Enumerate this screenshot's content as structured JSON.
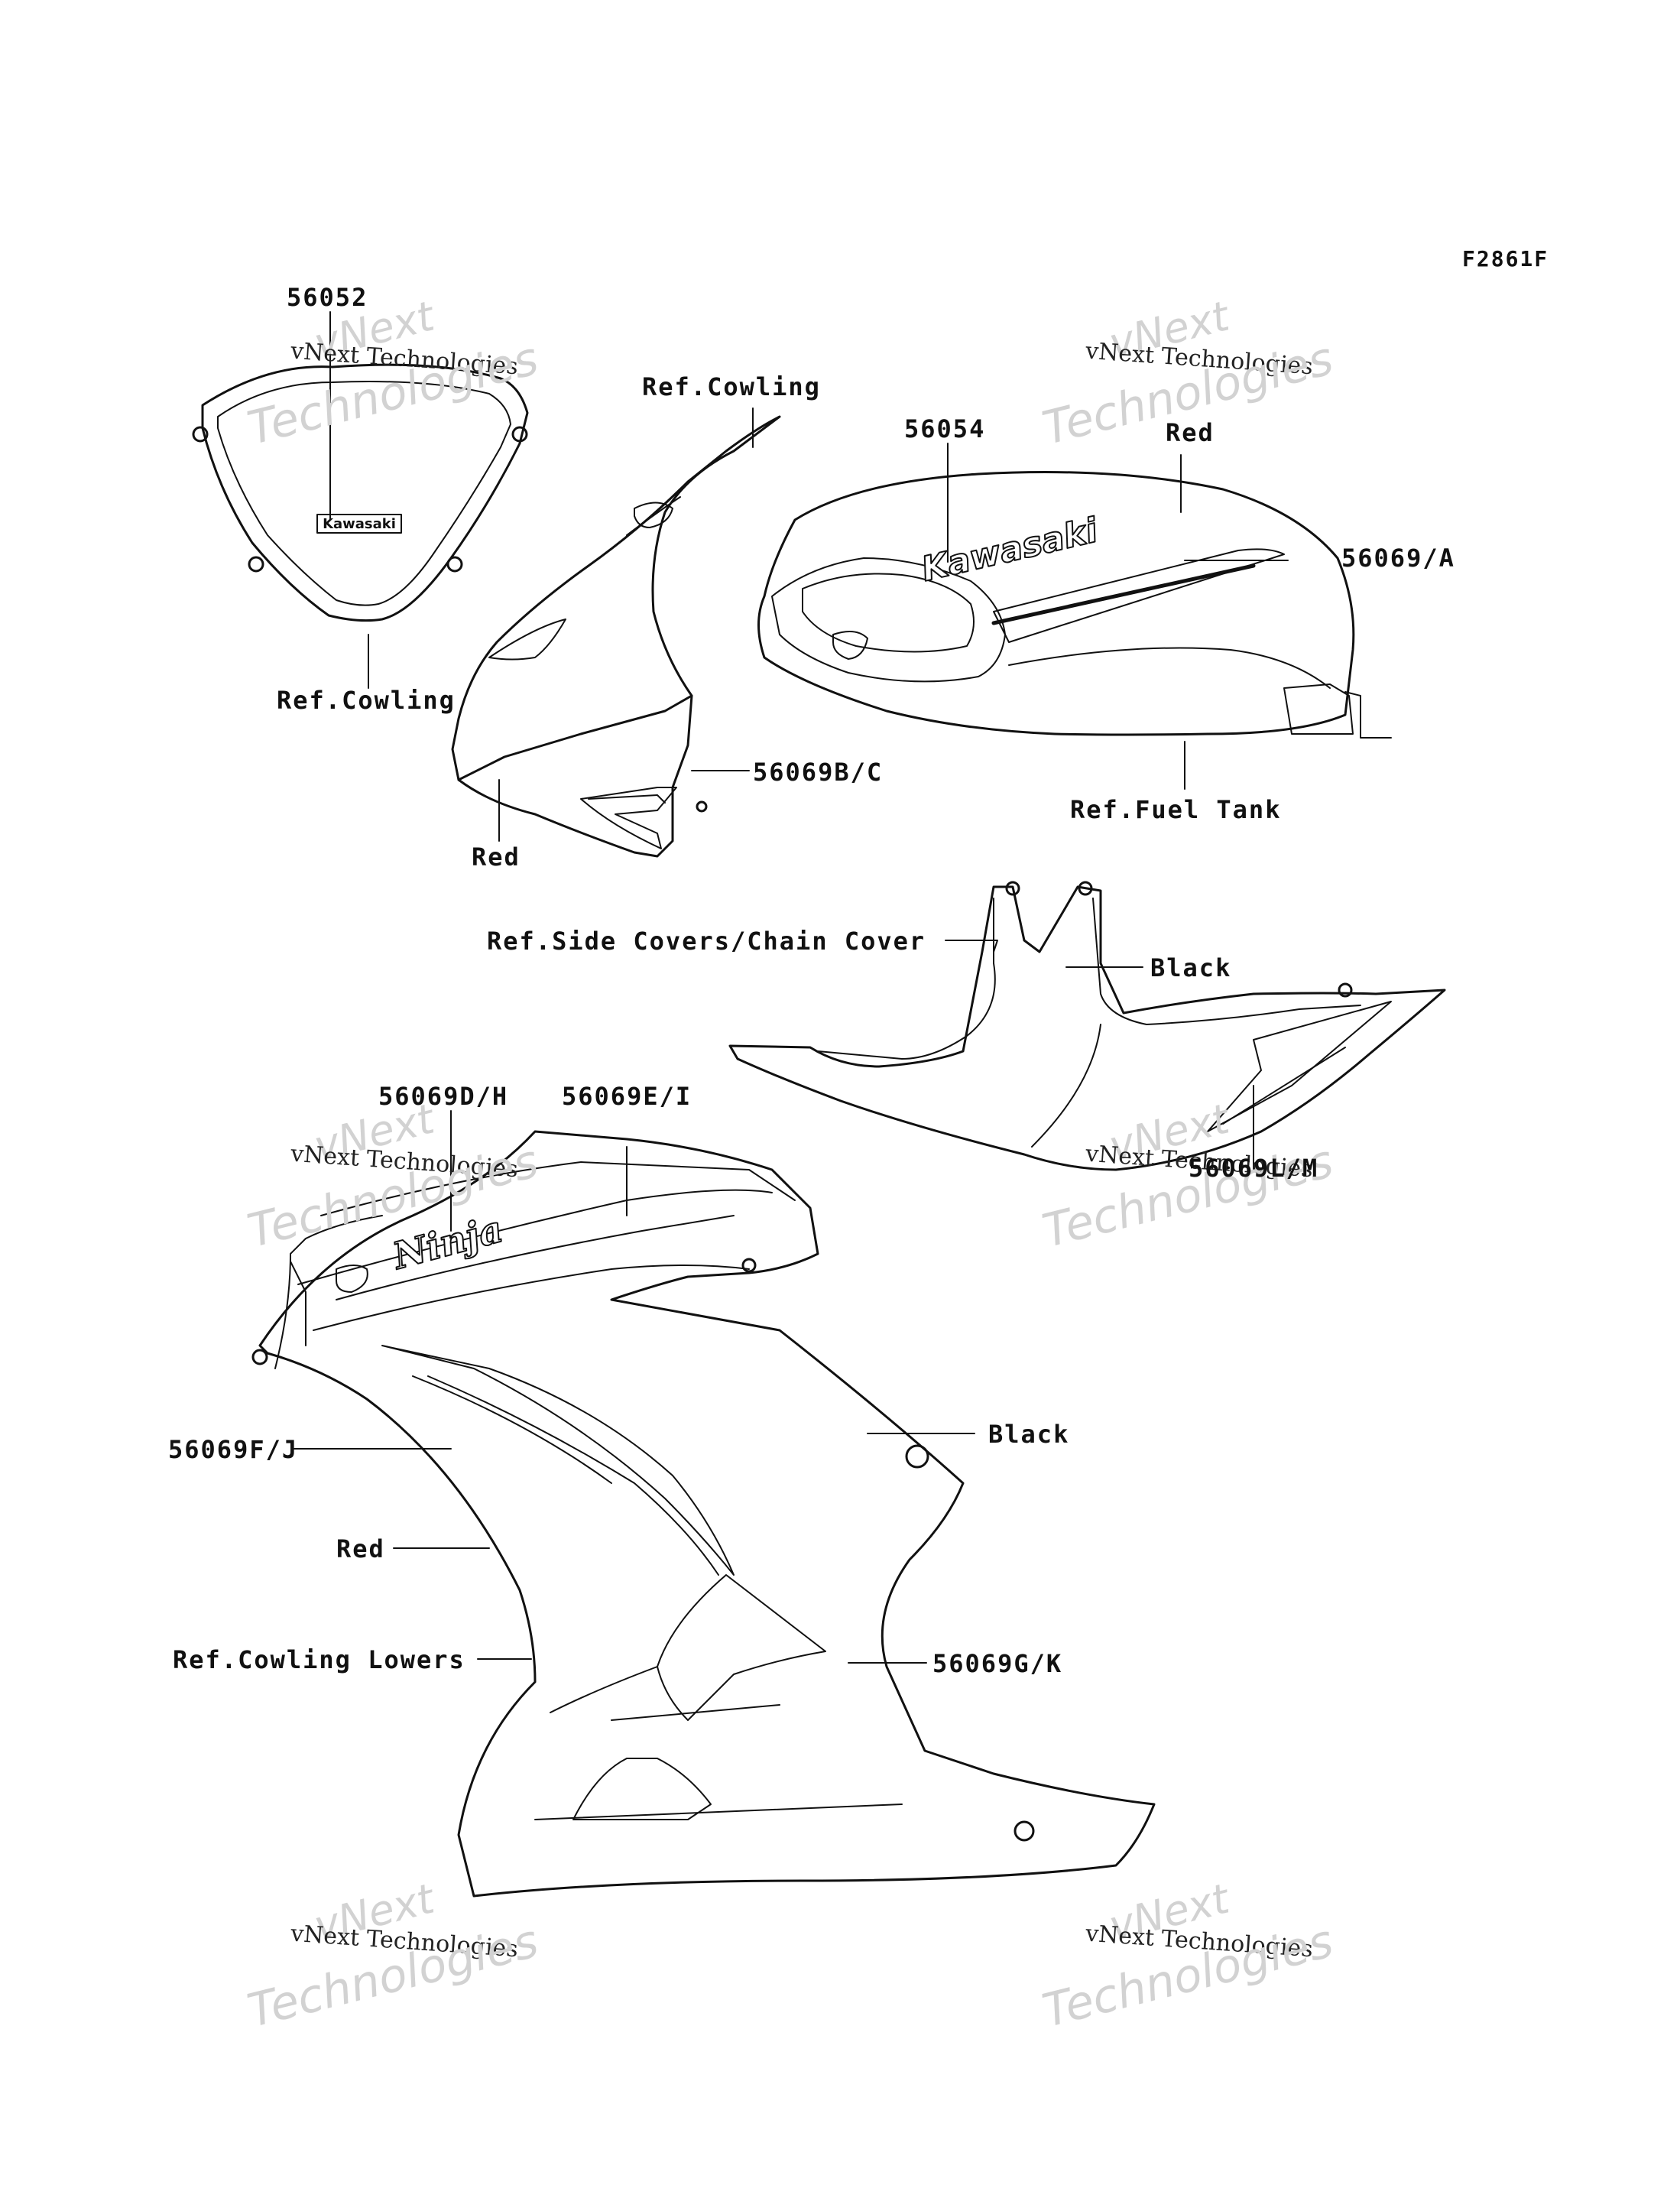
{
  "figure_code": "F2861F",
  "labels": {
    "p56052": "56052",
    "ref_cowling_upper": "Ref.Cowling",
    "ref_cowling_windshield": "Ref.Cowling",
    "p56054": "56054",
    "red_tank": "Red",
    "p56069A": "56069/A",
    "p56069BC": "56069B/C",
    "red_cowl": "Red",
    "ref_fuel_tank": "Ref.Fuel Tank",
    "ref_side_covers": "Ref.Side Covers/Chain Cover",
    "black_cover": "Black",
    "p56069LM": "56069L/M",
    "p56069DH": "56069D/H",
    "p56069EI": "56069E/I",
    "p56069FJ": "56069F/J",
    "black_lower": "Black",
    "red_lower": "Red",
    "ref_cowling_lowers": "Ref.Cowling Lowers",
    "p56069GK": "56069G/K"
  },
  "logos": {
    "windshield": "Kawasaki",
    "tank": "Kawasaki",
    "lower": "Ninja"
  },
  "watermark": {
    "line1": "vNext",
    "line2": "vNext Technologies",
    "line3": "Technologies"
  }
}
